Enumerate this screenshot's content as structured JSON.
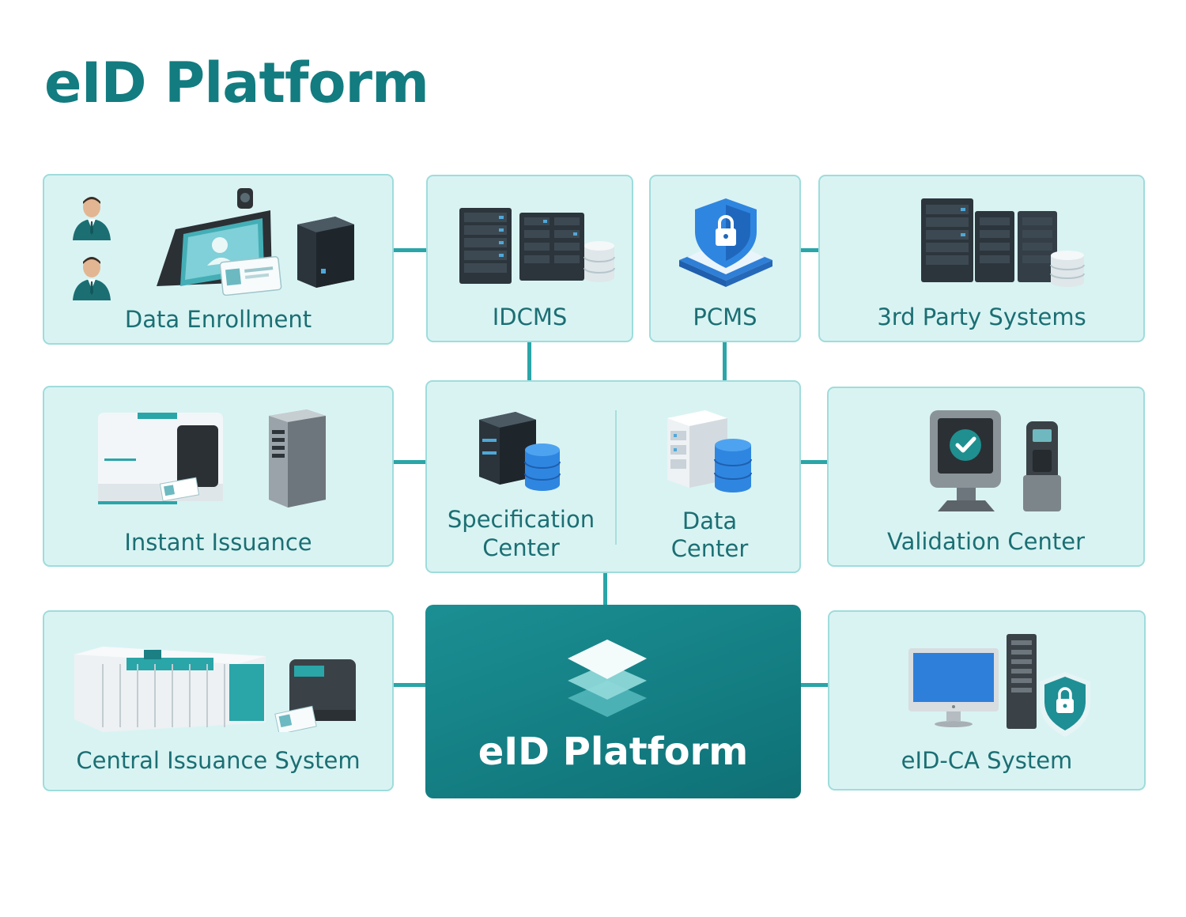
{
  "title": "eID Platform",
  "colors": {
    "accent": "#127c80",
    "box_fill": "#d9f3f3",
    "box_border": "#9fdcdc",
    "main_fill": "#147f84",
    "connector": "#2aa5a8"
  },
  "nodes": {
    "data_enrollment": {
      "label": "Data Enrollment",
      "icons": [
        "person-icon",
        "person-icon",
        "enrollment-kiosk-icon",
        "id-card-icon",
        "server-icon"
      ]
    },
    "idcms": {
      "label": "IDCMS",
      "icons": [
        "server-rack-icon",
        "server-rack-icon",
        "database-icon"
      ]
    },
    "pcms": {
      "label": "PCMS",
      "icons": [
        "security-shield-lock-icon"
      ]
    },
    "third_party": {
      "label": "3rd Party Systems",
      "icons": [
        "server-rack-icon",
        "server-rack-icon",
        "database-icon"
      ]
    },
    "instant_issuance": {
      "label": "Instant Issuance",
      "icons": [
        "card-printer-icon",
        "tower-server-icon"
      ]
    },
    "specification_center": {
      "label_line1": "Specification",
      "label_line2": "Center",
      "icons": [
        "server-icon",
        "database-icon"
      ]
    },
    "data_center": {
      "label_line1": "Data",
      "label_line2": "Center",
      "icons": [
        "server-stack-icon",
        "database-icon"
      ]
    },
    "validation_center": {
      "label": "Validation Center",
      "icons": [
        "validation-terminal-icon",
        "card-reader-icon"
      ]
    },
    "central_issuance": {
      "label": "Central Issuance System",
      "icons": [
        "production-line-icon",
        "card-printer-icon"
      ]
    },
    "eid_platform": {
      "label": "eID Platform",
      "icons": [
        "layers-icon"
      ]
    },
    "eid_ca": {
      "label": "eID-CA System",
      "icons": [
        "desktop-monitor-icon",
        "tower-server-icon",
        "security-shield-lock-icon"
      ]
    }
  }
}
